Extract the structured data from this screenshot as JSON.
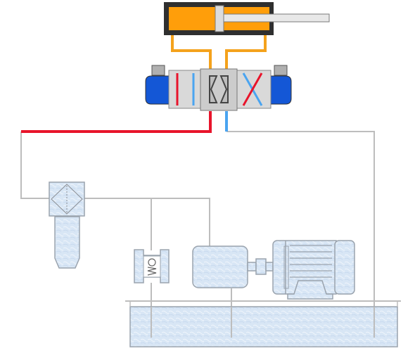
{
  "colors": {
    "background": "#ffffff",
    "cylinder_oil": "#ff9e0a",
    "cylinder_dark": "#2f2f2f",
    "piston_rod": "#e8e8e8",
    "pressure_line": "#e8142b",
    "return_line": "#4aa4f0",
    "cylinder_line": "#f4a21c",
    "valve_body": "#d9d9d9",
    "solenoid": "#1457d6",
    "schematic_line": "#bdbdbd",
    "component_fill": "#d8e6f5",
    "component_stroke": "#9aa3ad",
    "tank_fill": "#dbe8f6"
  },
  "components": [
    {
      "name": "double-acting-cylinder",
      "icon": "cylinder-icon"
    },
    {
      "name": "directional-control-valve",
      "icon": "solenoid-valve-icon"
    },
    {
      "name": "filter",
      "icon": "filter-icon"
    },
    {
      "name": "pressure-relief-valve",
      "icon": "relief-valve-icon"
    },
    {
      "name": "hydraulic-pump",
      "icon": "pump-icon"
    },
    {
      "name": "coupling",
      "icon": "coupling-icon"
    },
    {
      "name": "electric-motor",
      "icon": "motor-icon"
    },
    {
      "name": "oil-tank",
      "icon": "tank-icon"
    }
  ]
}
